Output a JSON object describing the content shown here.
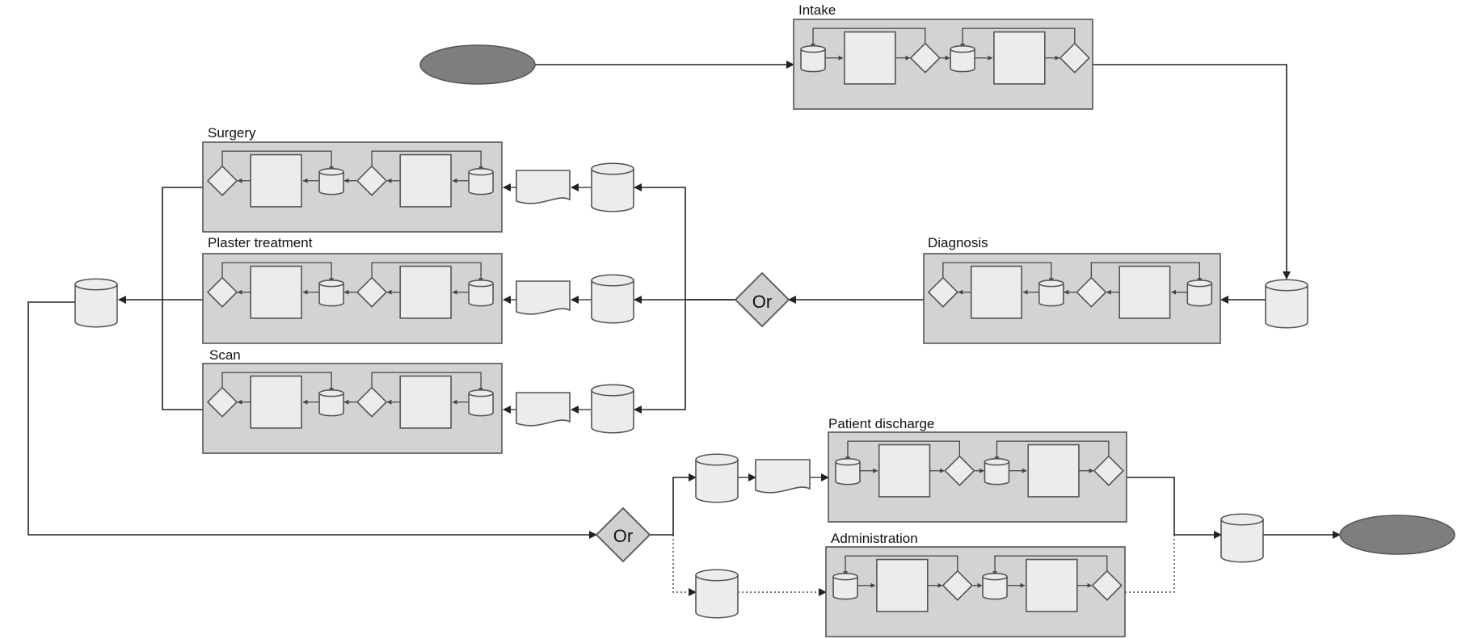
{
  "diagram": {
    "processes": {
      "intake": "Intake",
      "surgery": "Surgery",
      "plaster": "Plaster treatment",
      "scan": "Scan",
      "diagnosis": "Diagnosis",
      "discharge": "Patient discharge",
      "administration": "Administration"
    },
    "gateways": {
      "diagnosis_split": "Or",
      "discharge_split": "Or"
    },
    "colors": {
      "process_fill": "#d3d3d5",
      "inner_fill": "#ececee",
      "event_fill": "#7e7e80",
      "line": "#333333",
      "gateway_fill": "#d0d0d2"
    }
  }
}
